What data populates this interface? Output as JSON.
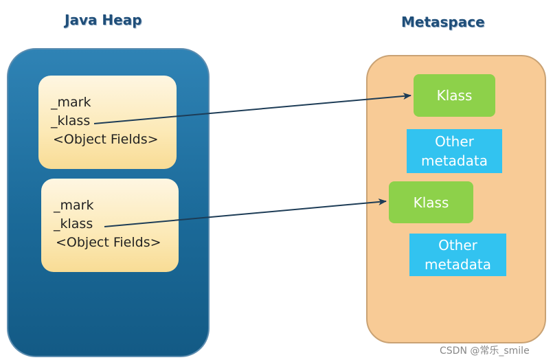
{
  "titles": {
    "java_heap": "Java Heap",
    "metaspace": "Metaspace"
  },
  "heap_objects": [
    {
      "mark": "_mark",
      "klass": "_klass",
      "fields": "<Object Fields>"
    },
    {
      "mark": "_mark",
      "klass": "_klass",
      "fields": "<Object Fields>"
    }
  ],
  "metaspace_blocks": {
    "klass_1": "Klass",
    "other_1": {
      "line1": "Other",
      "line2": "metadata"
    },
    "klass_2": "Klass",
    "other_2": {
      "line1": "Other",
      "line2": "metadata"
    }
  },
  "colors": {
    "heap_panel": "#1b6a99",
    "metaspace_panel": "#f8cb96",
    "object_box": "#fce9b6",
    "klass_box": "#8dd14a",
    "other_box": "#32c3f0",
    "arrow": "#1d3c56"
  },
  "watermark": "CSDN @常乐_smile"
}
